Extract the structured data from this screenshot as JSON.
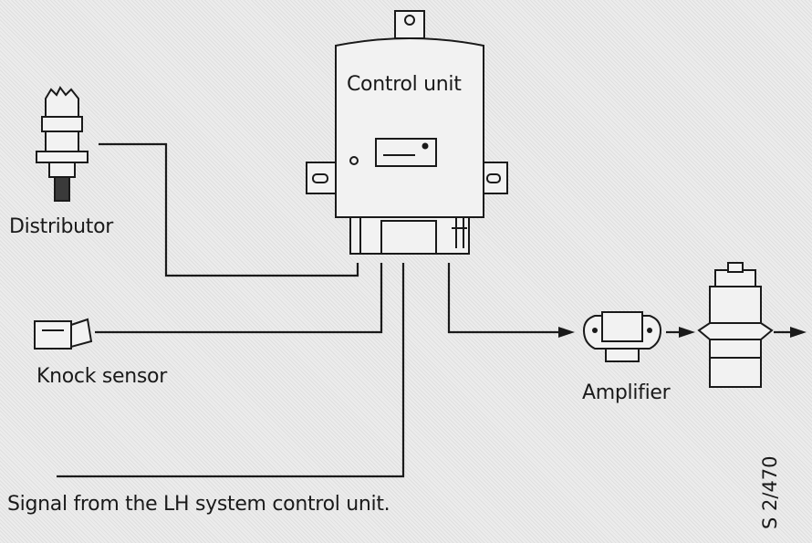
{
  "labels": {
    "control_unit": "Control unit",
    "distributor": "Distributor",
    "knock_sensor": "Knock sensor",
    "amplifier": "Amplifier",
    "signal_note": "Signal from the LH system control unit.",
    "figure_ref": "S 2/470"
  },
  "icons": {
    "control_unit": "control-unit-icon",
    "distributor": "distributor-icon",
    "knock_sensor": "knock-sensor-icon",
    "amplifier": "amplifier-icon",
    "ignition_coil": "ignition-coil-icon"
  },
  "colors": {
    "ink": "#1a1a1a",
    "paper": "#ececec"
  }
}
